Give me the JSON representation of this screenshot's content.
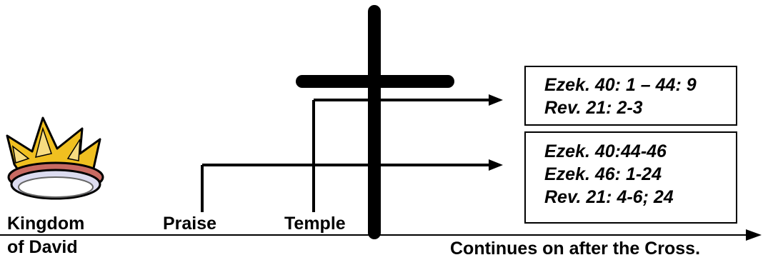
{
  "labels": {
    "kingdom_line1": "Kingdom",
    "kingdom_line2": "of David",
    "praise": "Praise",
    "temple": "Temple",
    "continues": "Continues on after the Cross."
  },
  "reference_boxes": {
    "top": [
      "Ezek. 40: 1 – 44: 9",
      "Rev. 21: 2-3"
    ],
    "bottom": [
      "Ezek. 40:44-46",
      "Ezek. 46: 1-24",
      "Rev. 21: 4-6; 24"
    ]
  },
  "icons": {
    "crown": "crown-icon",
    "cross": "cross-icon"
  },
  "colors": {
    "ink": "#000000",
    "crown_gold": "#f0c020",
    "crown_band": "#c86a62",
    "crown_jewel": "#dcdcf0"
  }
}
